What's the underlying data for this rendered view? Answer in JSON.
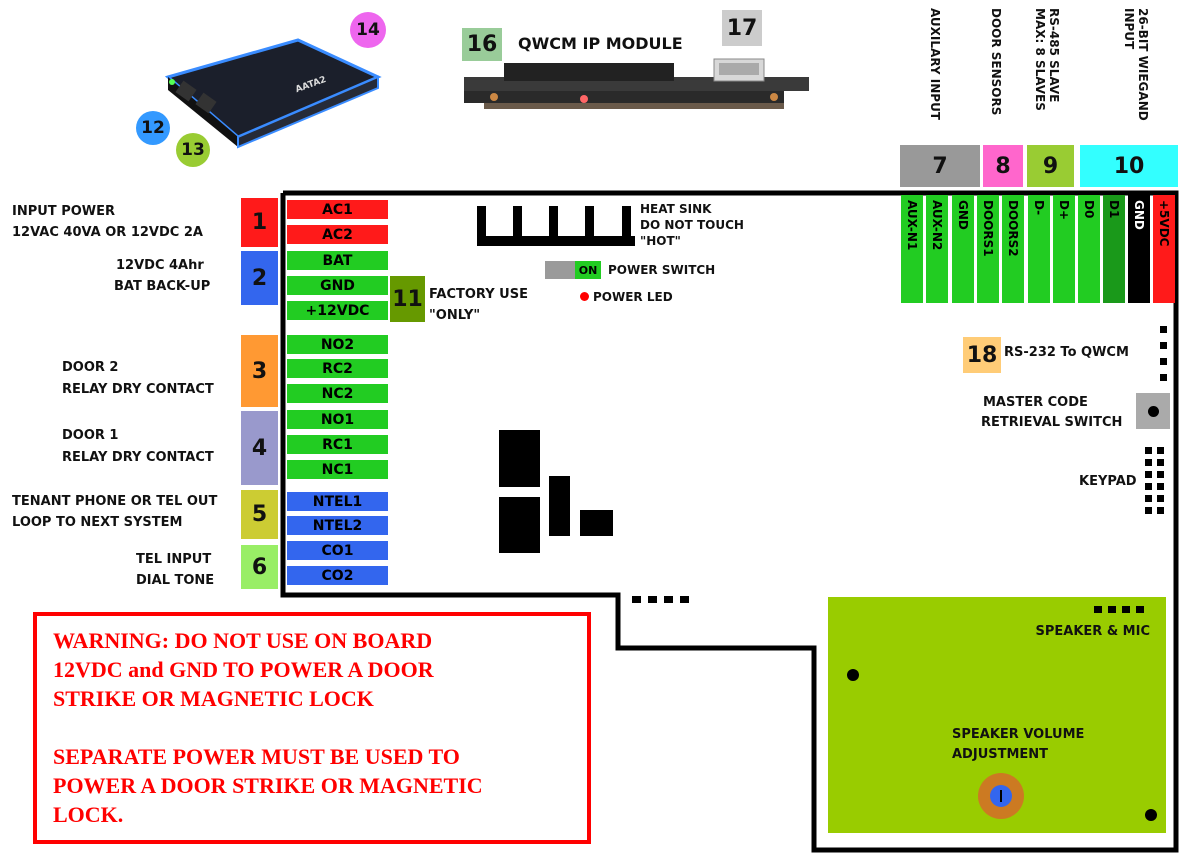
{
  "badges": {
    "n1": "1",
    "n2": "2",
    "n3": "3",
    "n4": "4",
    "n5": "5",
    "n6": "6",
    "n7": "7",
    "n8": "8",
    "n9": "9",
    "n10": "10",
    "n11": "11",
    "n12": "12",
    "n13": "13",
    "n14": "14",
    "n16": "16",
    "n17": "17",
    "n18": "18"
  },
  "device_label": "AATA2",
  "qwcm_title": "QWCM IP MODULE",
  "left_labels": {
    "input_power": "INPUT POWER",
    "input_power_spec": "12VAC 40VA OR 12VDC 2A",
    "battery": "12VDC 4Ahr",
    "battery_sub": "BAT BACK-UP",
    "door2": "DOOR 2",
    "door2_sub": "RELAY DRY CONTACT",
    "door1": "DOOR 1",
    "door1_sub": "RELAY DRY CONTACT",
    "tenant": "TENANT PHONE OR TEL OUT",
    "tenant_sub": "LOOP TO NEXT SYSTEM",
    "tel_input": "TEL INPUT",
    "tel_input_sub": "DIAL TONE"
  },
  "terminals": [
    "AC1",
    "AC2",
    "BAT",
    "GND",
    "+12VDC",
    "NO2",
    "RC2",
    "NC2",
    "NO1",
    "RC1",
    "NC1",
    "NTEL1",
    "NTEL2",
    "CO1",
    "CO2"
  ],
  "factory_use": [
    "FACTORY USE",
    "\"ONLY\""
  ],
  "heat_sink": [
    "HEAT SINK",
    "DO NOT TOUCH",
    "\"HOT\""
  ],
  "power_switch_state": "ON",
  "power_switch_label": "POWER SWITCH",
  "power_led_label": "POWER LED",
  "top_headers": {
    "aux": "AUXILARY INPUT",
    "door_sensors": "DOOR SENSORS",
    "rs485": "RS-485 SLAVE\nMAX: 8 SLAVES",
    "wiegand": "26-BIT WIEGAND\nINPUT"
  },
  "top_terminals": [
    "AUX-N1",
    "AUX-N2",
    "GND",
    "DOORS1",
    "DOORS2",
    "D-",
    "D+",
    "D0",
    "D1",
    "GND",
    "+5VDC"
  ],
  "rs232_label": "RS-232 To QWCM",
  "master_code": [
    "MASTER CODE",
    "RETRIEVAL SWITCH"
  ],
  "keypad_label": "KEYPAD",
  "speaker_mic_label": "SPEAKER & MIC",
  "speaker_volume": [
    "SPEAKER VOLUME",
    "ADJUSTMENT"
  ],
  "warning_text": "WARNING: DO NOT USE ON BOARD\n12VDC and GND TO POWER A DOOR\nSTRIKE OR MAGNETIC LOCK\n\nSEPARATE POWER MUST BE USED TO\nPOWER A DOOR STRIKE OR MAGNETIC\nLOCK.",
  "colors": {
    "red": "#ff1a1a",
    "green": "#22cc22",
    "blue": "#3366ee",
    "orange": "#ff9933",
    "lavender": "#9999cc",
    "olive": "#cccc33",
    "lightgreen": "#99ee66",
    "gray": "#999999",
    "pink": "#ff66cc",
    "yellowgreen": "#99cc33",
    "cyan": "#33ffff",
    "board_green": "#99cc00",
    "dark_green": "#669900"
  }
}
